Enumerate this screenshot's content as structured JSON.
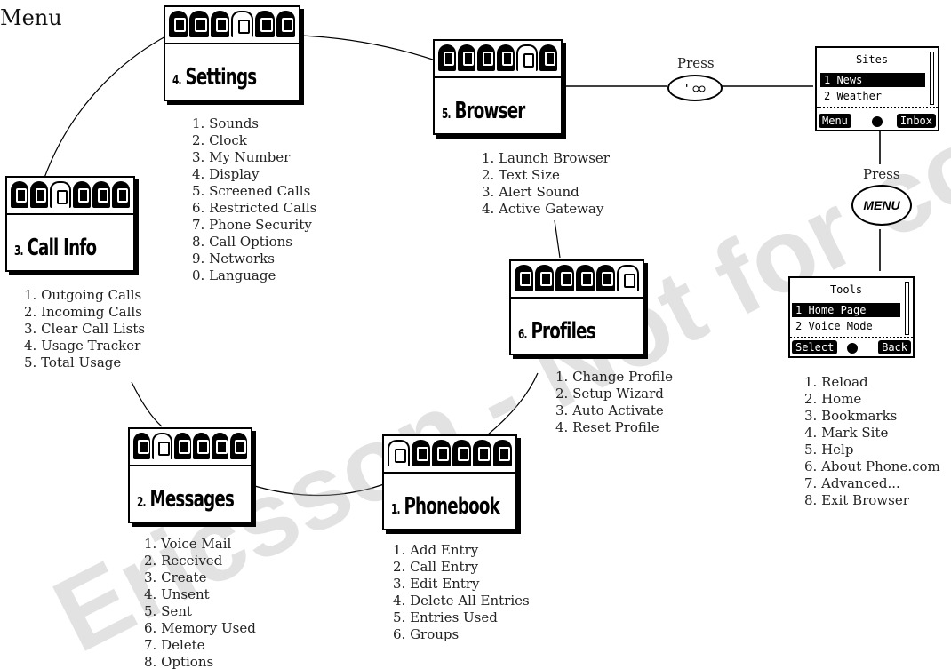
{
  "title": "Menu",
  "watermark": "Ericsson - Not for commercial use",
  "menus": [
    {
      "key": "settings",
      "num": "4.",
      "label": "Settings",
      "active": 3,
      "items": [
        "1. Sounds",
        "2. Clock",
        "3. My Number",
        "4. Display",
        "5. Screened Calls",
        "6. Restricted Calls",
        "7. Phone Security",
        "8. Call Options",
        "9. Networks",
        "0. Language"
      ]
    },
    {
      "key": "browser",
      "num": "5.",
      "label": "Browser",
      "active": 4,
      "items": [
        "1. Launch Browser",
        "2. Text Size",
        "3. Alert Sound",
        "4. Active Gateway"
      ]
    },
    {
      "key": "callinfo",
      "num": "3.",
      "label": "Call Info",
      "active": 2,
      "items": [
        "1. Outgoing Calls",
        "2. Incoming Calls",
        "3. Clear Call Lists",
        "4. Usage Tracker",
        "5. Total Usage"
      ]
    },
    {
      "key": "profiles",
      "num": "6.",
      "label": "Profiles",
      "active": 5,
      "items": [
        "1. Change Profile",
        "2. Setup Wizard",
        "3. Auto Activate",
        "4. Reset Profile"
      ]
    },
    {
      "key": "messages",
      "num": "2.",
      "label": "Messages",
      "active": 1,
      "items": [
        "1. Voice Mail",
        "2. Received",
        "3. Create",
        "4. Unsent",
        "5. Sent",
        "6. Memory Used",
        "7. Delete",
        "8. Options"
      ]
    },
    {
      "key": "phonebook",
      "num": "1.",
      "label": "Phonebook",
      "active": 0,
      "items": [
        "1. Add Entry",
        "2. Call Entry",
        "3. Edit Entry",
        "4. Delete All Entries",
        "5. Entries Used",
        "6. Groups"
      ]
    }
  ],
  "press1": "Press",
  "press2": "Press",
  "button2": "MENU",
  "sites_screen": {
    "title": "Sites",
    "items": [
      "1 News",
      "2 Weather"
    ],
    "soft_left": "Menu",
    "soft_right": "Inbox"
  },
  "tools_screen": {
    "title": "Tools",
    "items": [
      "1 Home Page",
      "2 Voice Mode"
    ],
    "soft_left": "Select",
    "soft_right": "Back"
  },
  "tools_items": [
    "1. Reload",
    "2. Home",
    "3. Bookmarks",
    "4. Mark Site",
    "5. Help",
    "6. About Phone.com",
    "7. Advanced...",
    "8. Exit Browser"
  ]
}
